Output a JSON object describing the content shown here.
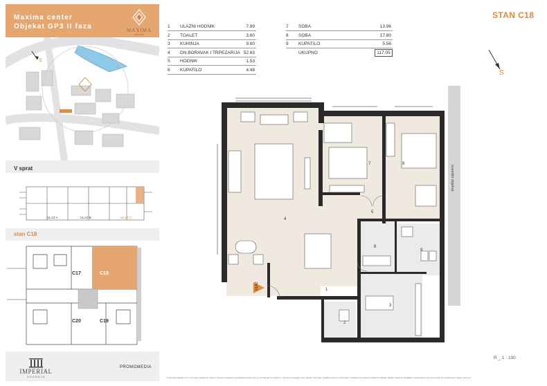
{
  "brand": {
    "line1": "Maxima center",
    "line2": "Objekat GP3 II faza",
    "logo_name": "MAXIMA",
    "logo_sub": "CENTER"
  },
  "sidebar": {
    "sprat_label": "V sprat",
    "stan_label": "stan C18",
    "map_compass": "S",
    "entrances": [
      "ULAZ  A",
      "ULAZ  B",
      "ULAZ  C"
    ],
    "units": [
      "C17",
      "C18",
      "C20",
      "C19"
    ],
    "imperial": "IMPERIAL",
    "imperial_sub": "GRADNJA",
    "promomedia": "PROMOMEDIA"
  },
  "title": "STAN C18",
  "compass_label": "S",
  "rooms_left": [
    {
      "num": "1",
      "name": "ULAZNI HODNIK",
      "area": "7.89"
    },
    {
      "num": "2",
      "name": "TOALET",
      "area": "3.60"
    },
    {
      "num": "3",
      "name": "KUHINJA",
      "area": "9.60"
    },
    {
      "num": "4",
      "name": "DN.BORAVAK I TRPEZARIJA",
      "area": "52.63"
    },
    {
      "num": "5",
      "name": "HODNIK",
      "area": "1.53"
    },
    {
      "num": "6",
      "name": "KUPATILO",
      "area": "4.48"
    }
  ],
  "rooms_right": [
    {
      "num": "7",
      "name": "SOBA",
      "area": "13.96"
    },
    {
      "num": "8",
      "name": "SOBA",
      "area": "17.80"
    },
    {
      "num": "9",
      "name": "KUPATILO",
      "area": "5.56"
    }
  ],
  "total": {
    "name": "UKUPNO",
    "area": "117.05"
  },
  "plan": {
    "room_numbers": [
      "1",
      "2",
      "3",
      "4",
      "5",
      "6",
      "7",
      "8",
      "9"
    ],
    "entrance": "ULAZ",
    "neighbor": "susedni objekat"
  },
  "scale": "R _ 1 : 100",
  "footer": "© Imperial Gradnja d.o.o.  Sve date veličine su okvirne. Dnevno menjanje sa grafičkih priloga neće se uzimati kao merodavno i odnosu na predate sitne objekta. Sve slike i grafički prilozi su informativni i izražene konkretnom prikazu buduđeg objekta. Servisne sertifikate i konstrukcioni elementi mogu biti predmet bez najave promene."
}
